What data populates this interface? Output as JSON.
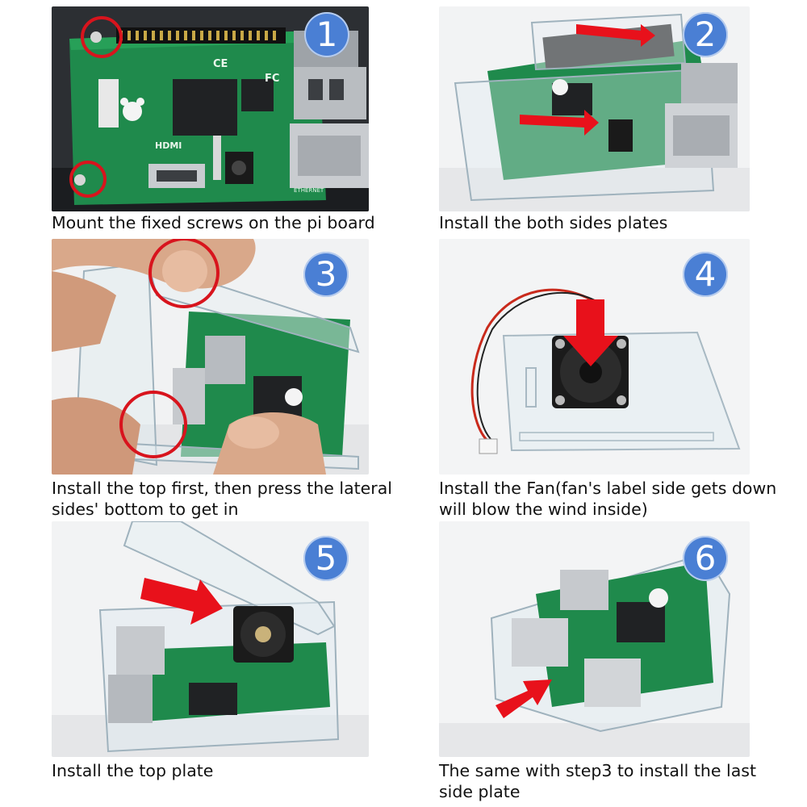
{
  "steps": [
    {
      "number": "1",
      "caption_line1": "Mount the fixed screws on the pi board",
      "caption_line2": ""
    },
    {
      "number": "2",
      "caption_line1": "Install the both sides plates",
      "caption_line2": ""
    },
    {
      "number": "3",
      "caption_line1": "Install the top first, then press the lateral",
      "caption_line2": "sides' bottom to get in"
    },
    {
      "number": "4",
      "caption_line1": "Install the Fan(fan's label side gets down",
      "caption_line2": "will blow the wind inside)"
    },
    {
      "number": "5",
      "caption_line1": "Install the top plate",
      "caption_line2": ""
    },
    {
      "number": "6",
      "caption_line1": "The same with step3 to install the last",
      "caption_line2": "side plate"
    }
  ],
  "board_print": {
    "hdmi": "HDMI",
    "ce": "CE",
    "fc": "FC",
    "ethernet": "ETHERNET"
  },
  "colors": {
    "badge": "#4a7fd4",
    "pcb": "#1f8a4c",
    "arrow": "#e8111b",
    "circle": "#d8141d"
  }
}
